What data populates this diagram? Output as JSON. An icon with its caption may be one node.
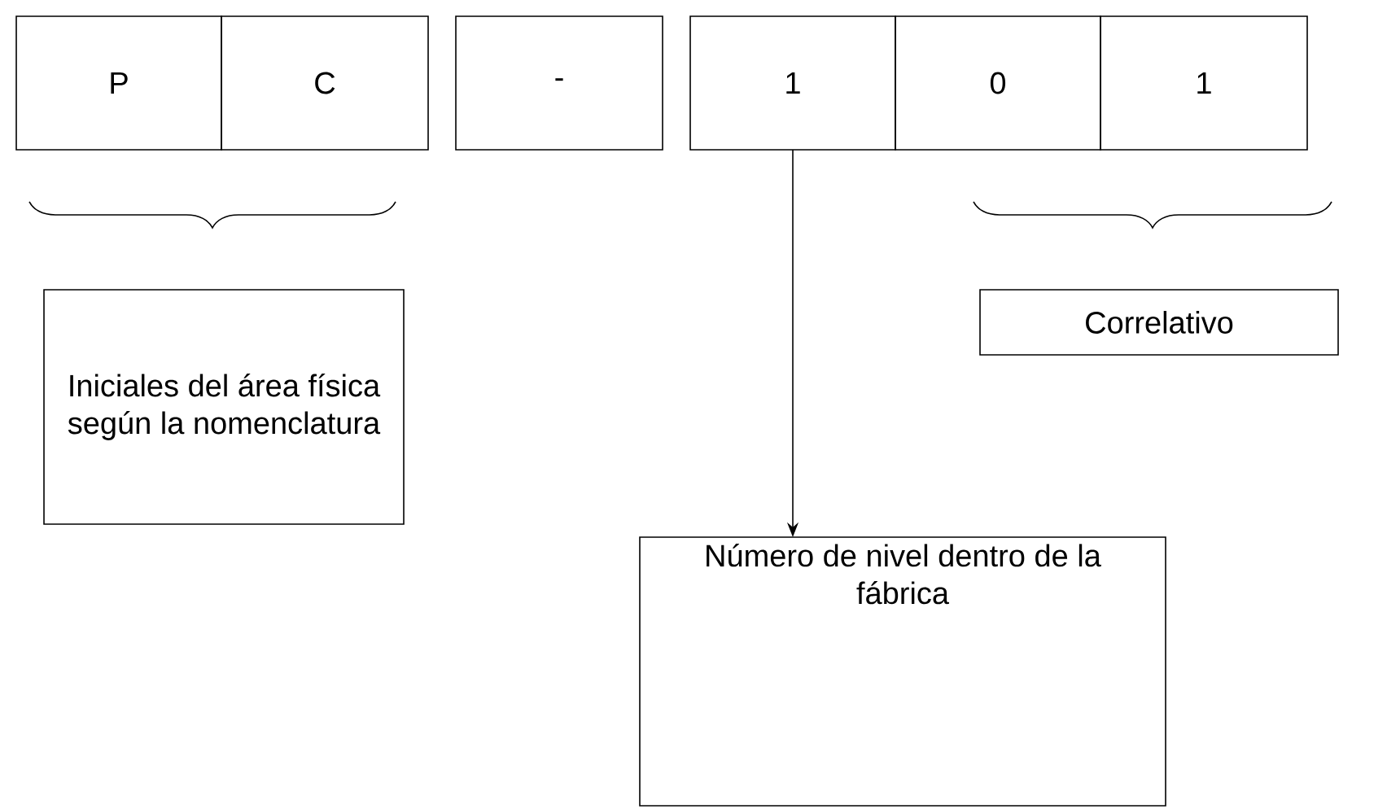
{
  "diagram": {
    "nodes": [
      {
        "text": [
          "P"
        ]
      },
      {
        "text": [
          "C"
        ]
      },
      {
        "text": [
          "-"
        ]
      },
      {
        "text": [
          "1"
        ]
      },
      {
        "text": [
          "0"
        ]
      },
      {
        "text": [
          "1"
        ]
      },
      {
        "text": [
          "Iniciales del área física según la nomenclatura"
        ]
      },
      {
        "text": [
          "Correlativo"
        ]
      },
      {
        "text": [
          "Número de nivel dentro de la fábrica"
        ]
      }
    ],
    "edges": [
      {
        "from": 3,
        "to": 8,
        "arrow": "to"
      }
    ]
  }
}
